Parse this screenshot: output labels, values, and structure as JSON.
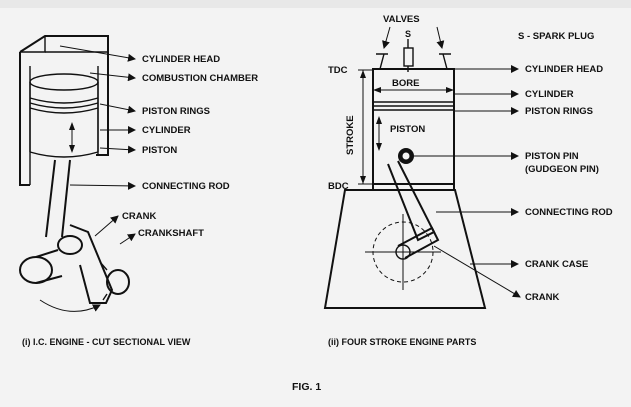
{
  "left_diagram": {
    "labels": {
      "cylinder_head": "CYLINDER HEAD",
      "combustion_chamber": "COMBUSTION CHAMBER",
      "piston_rings": "PISTON RINGS",
      "cylinder": "CYLINDER",
      "piston": "PISTON",
      "connecting_rod": "CONNECTING ROD",
      "crank": "CRANK",
      "crankshaft": "CRANKSHAFT"
    },
    "caption": "(i)  I.C. ENGINE - CUT SECTIONAL VIEW"
  },
  "right_diagram": {
    "labels": {
      "valves": "VALVES",
      "spark_plug_letter": "S",
      "spark_plug_key": "S - SPARK PLUG",
      "tdc": "TDC",
      "bdc": "BDC",
      "stroke": "STROKE",
      "bore": "BORE",
      "piston": "PISTON",
      "cylinder_head": "CYLINDER HEAD",
      "cylinder": "CYLINDER",
      "piston_rings": "PISTON RINGS",
      "piston_pin": "PISTON PIN",
      "gudgeon_pin": "(GUDGEON PIN)",
      "connecting_rod": "CONNECTING ROD",
      "crank_case": "CRANK CASE",
      "crank": "CRANK"
    },
    "caption": "(ii)  FOUR STROKE ENGINE PARTS"
  },
  "figure_title": "FIG. 1"
}
